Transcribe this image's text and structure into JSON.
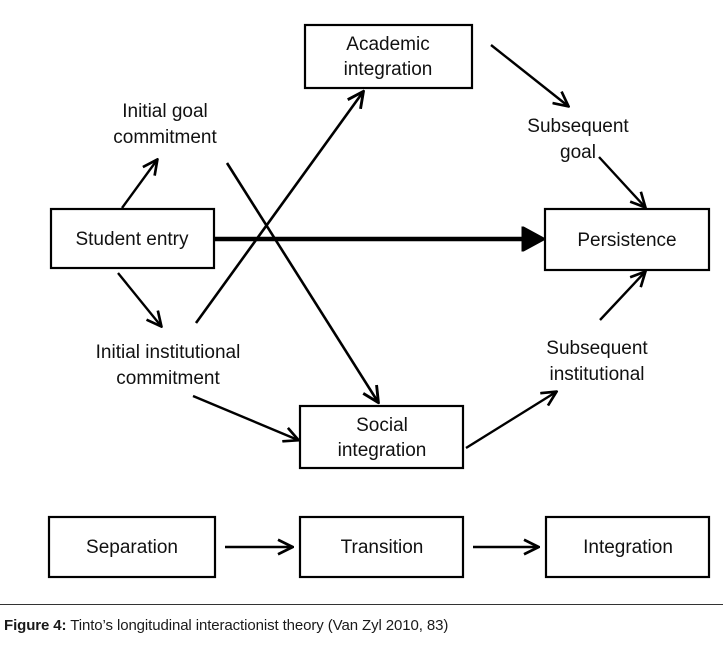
{
  "figure": {
    "caption_label": "Figure 4:",
    "caption_text": "Tinto’s longitudinal interactionist theory (Van Zyl 2010, 83)",
    "background_color": "#ffffff",
    "line_color": "#000000",
    "text_color": "#111111"
  },
  "nodes": {
    "academic_integration": "Academic integration",
    "academic_integration_line1": "Academic",
    "academic_integration_line2": "integration",
    "student_entry": "Student entry",
    "persistence": "Persistence",
    "social_integration": "Social integration",
    "social_integration_line1": "Social",
    "social_integration_line2": "integration",
    "separation": "Separation",
    "transition": "Transition",
    "integration": "Integration"
  },
  "labels": {
    "initial_goal_commitment_line1": "Initial goal",
    "initial_goal_commitment_line2": "commitment",
    "initial_institutional_commitment_line1": "Initial institutional",
    "initial_institutional_commitment_line2": "commitment",
    "subsequent_goal_line1": "Subsequent",
    "subsequent_goal_line2": "goal",
    "subsequent_institutional_line1": "Subsequent",
    "subsequent_institutional_line2": "institutional"
  },
  "connections": [
    {
      "from": "student-entry",
      "to": "initial-goal-commitment",
      "style": "thin-arrow"
    },
    {
      "from": "student-entry",
      "to": "initial-institutional-commitment",
      "style": "thin-arrow"
    },
    {
      "from": "student-entry",
      "to": "persistence",
      "style": "thick-arrow"
    },
    {
      "from": "initial-goal-commitment",
      "to": "social-integration",
      "style": "thin-arrow"
    },
    {
      "from": "initial-institutional-commitment",
      "to": "academic-integration",
      "style": "thin-arrow"
    },
    {
      "from": "initial-institutional-commitment",
      "to": "social-integration",
      "style": "thin-arrow"
    },
    {
      "from": "academic-integration",
      "to": "subsequent-goal",
      "style": "thin-arrow"
    },
    {
      "from": "subsequent-goal",
      "to": "persistence",
      "style": "thin-arrow"
    },
    {
      "from": "social-integration",
      "to": "subsequent-institutional",
      "style": "thin-arrow"
    },
    {
      "from": "subsequent-institutional",
      "to": "persistence",
      "style": "thin-arrow"
    },
    {
      "from": "separation",
      "to": "transition",
      "style": "thin-arrow"
    },
    {
      "from": "transition",
      "to": "integration",
      "style": "thin-arrow"
    }
  ]
}
